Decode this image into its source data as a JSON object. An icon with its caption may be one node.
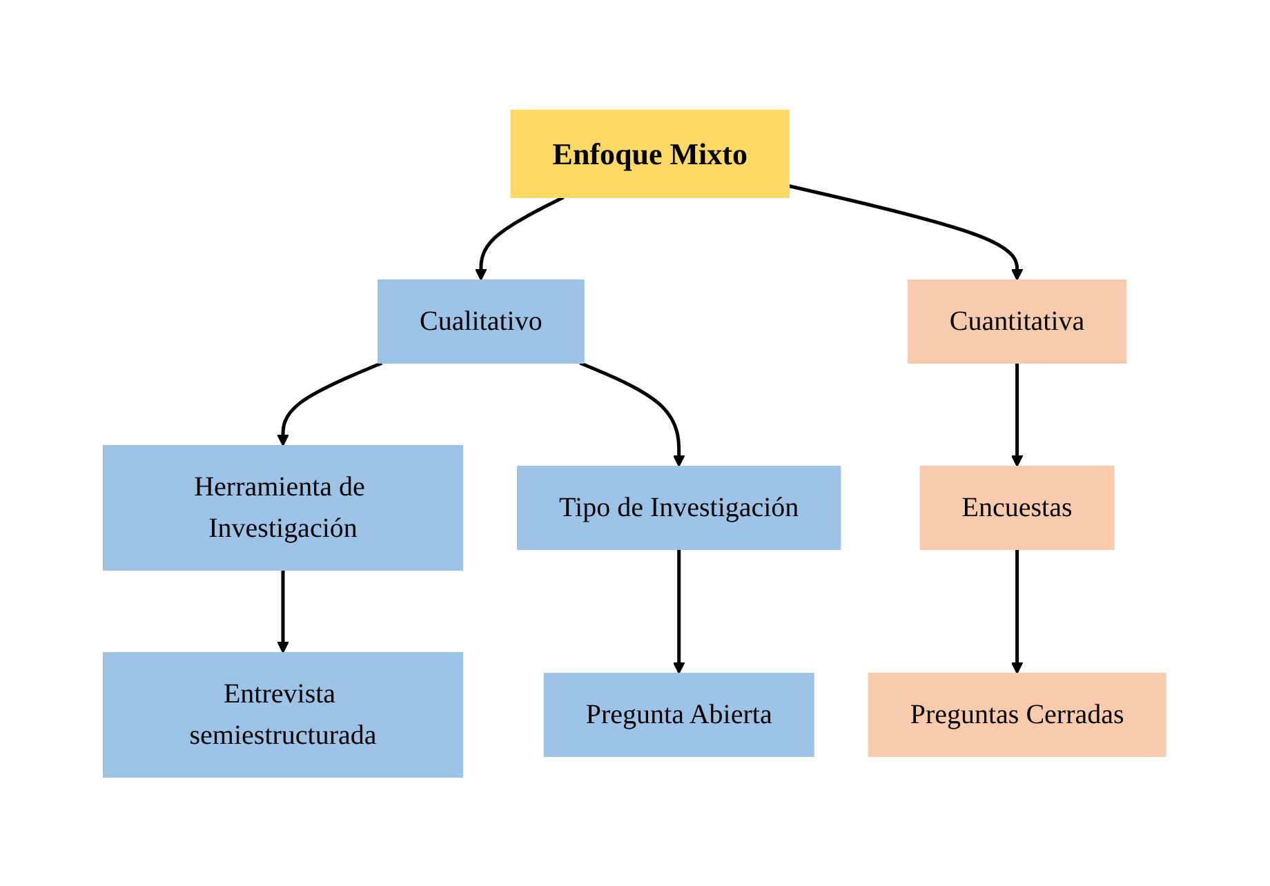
{
  "diagram": {
    "nodes": [
      {
        "text": [
          "Enfoque Mixto"
        ]
      },
      {
        "text": [
          "Cualitativo"
        ]
      },
      {
        "text": [
          "Cuantitativa"
        ]
      },
      {
        "text": [
          "Herramienta de Investigación"
        ]
      },
      {
        "text": [
          "Tipo de Investigación"
        ]
      },
      {
        "text": [
          "Encuestas"
        ]
      },
      {
        "text": [
          "Entrevista semiestructurada"
        ]
      },
      {
        "text": [
          "Pregunta Abierta"
        ]
      },
      {
        "text": [
          "Preguntas Cerradas"
        ]
      }
    ],
    "edges": [
      {
        "from": 0,
        "to": 1,
        "arrow": "to"
      },
      {
        "from": 0,
        "to": 2,
        "arrow": "to"
      },
      {
        "from": 1,
        "to": 3,
        "arrow": "to"
      },
      {
        "from": 1,
        "to": 4,
        "arrow": "to"
      },
      {
        "from": 2,
        "to": 5,
        "arrow": "to"
      },
      {
        "from": 3,
        "to": 6,
        "arrow": "to"
      },
      {
        "from": 4,
        "to": 7,
        "arrow": "to"
      },
      {
        "from": 5,
        "to": 8,
        "arrow": "to"
      }
    ]
  }
}
